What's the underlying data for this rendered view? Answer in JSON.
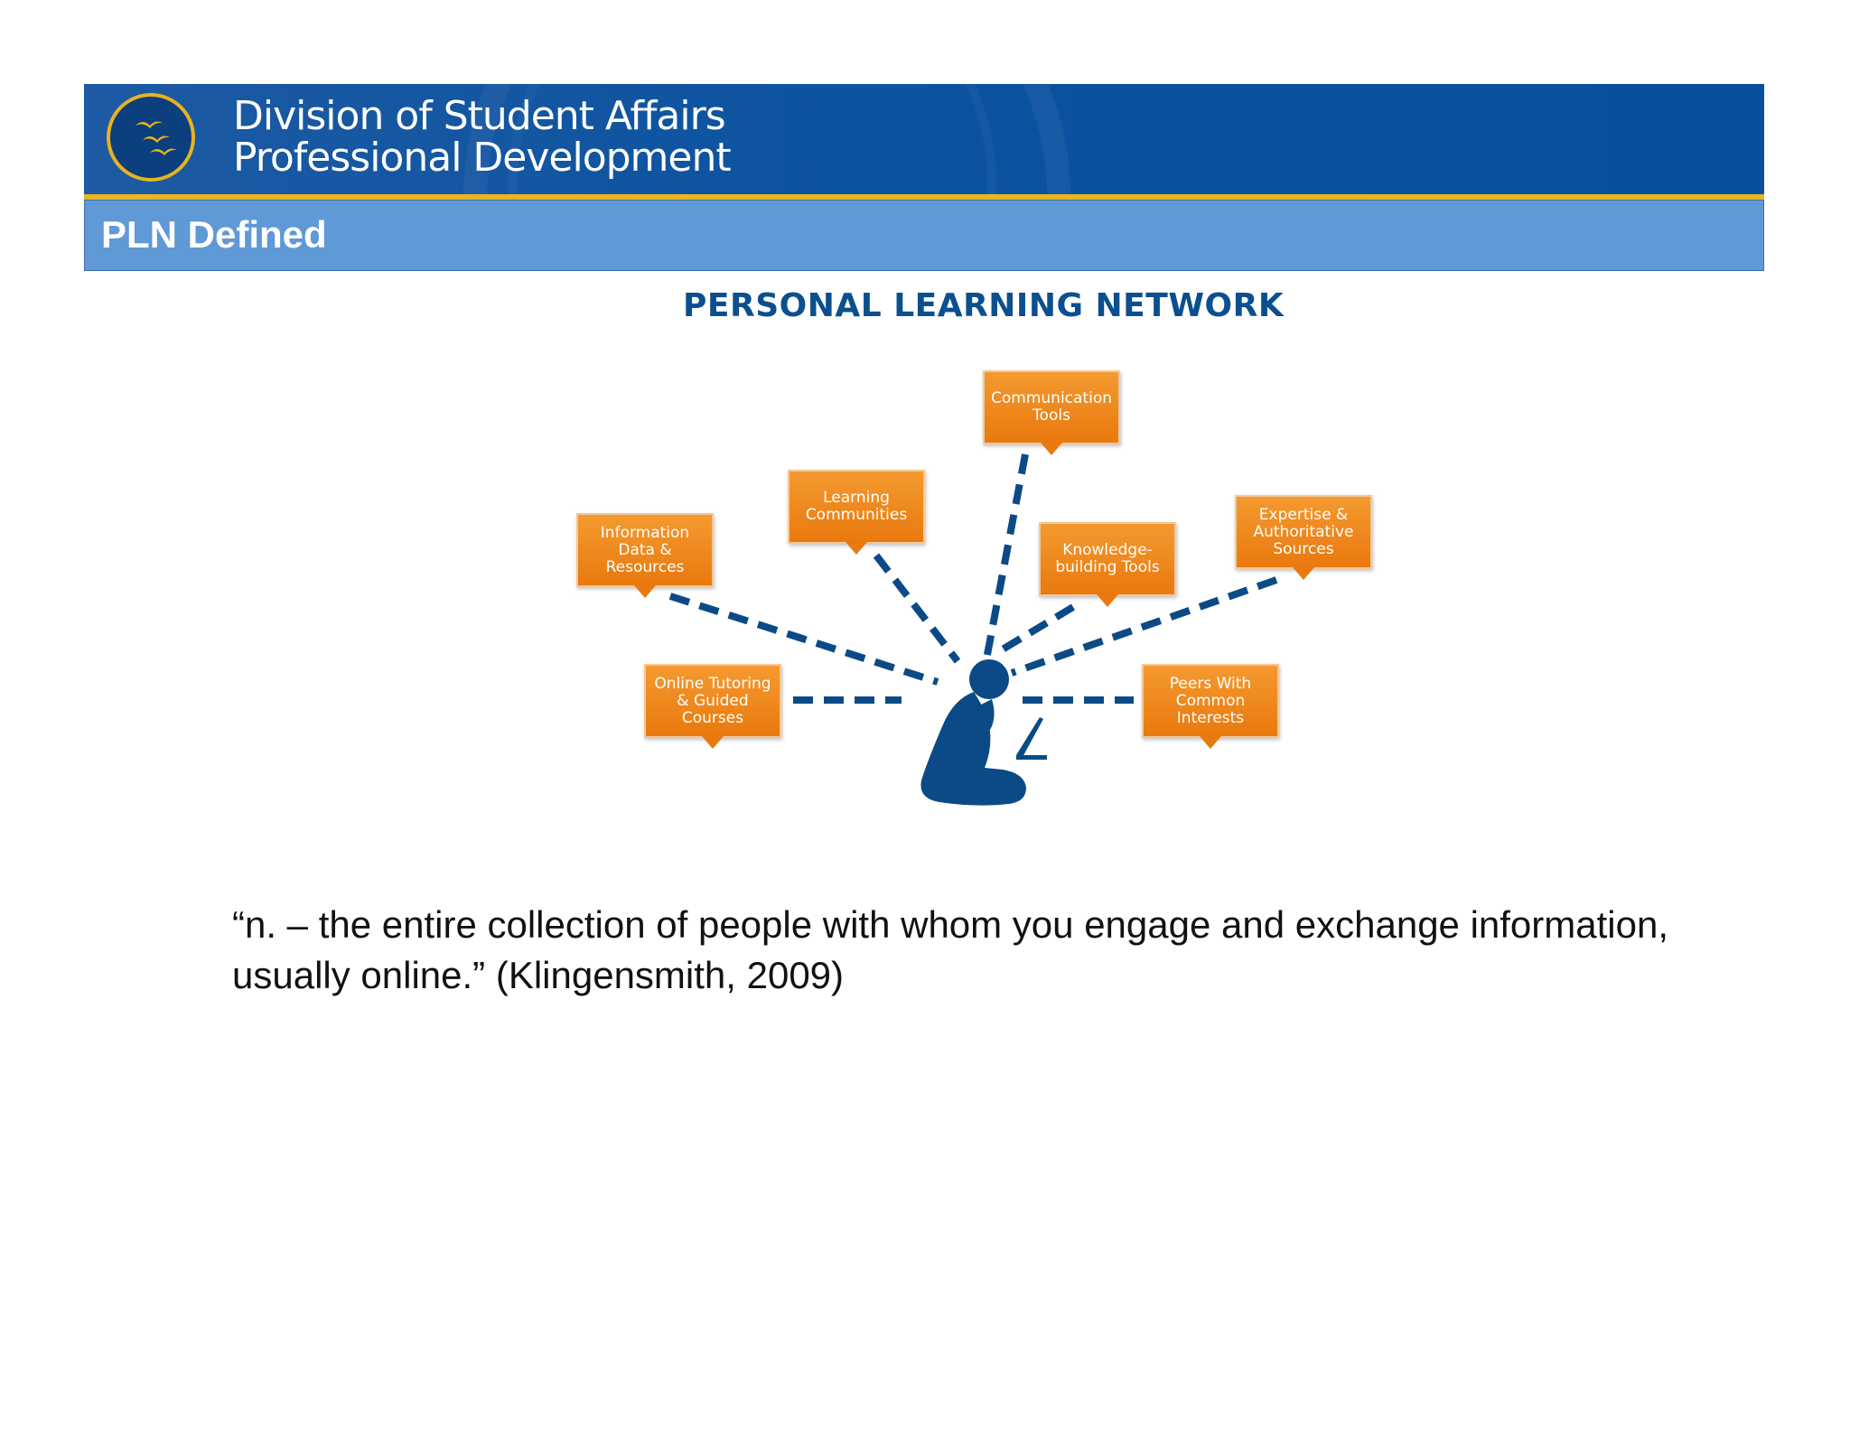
{
  "header": {
    "line1": "Division of Student Affairs",
    "line2": "Professional Development"
  },
  "title_bar": {
    "title": "PLN Defined"
  },
  "diagram": {
    "title": "PERSONAL LEARNING NETWORK",
    "nodes": [
      "Communication\nTools",
      "Learning\nCommunities",
      "Information\nData &\nResources",
      "Knowledge-\nbuilding Tools",
      "Expertise &\nAuthoritative\nSources",
      "Online Tutoring\n& Guided\nCourses",
      "Peers With\nCommon\nInterests"
    ],
    "center_icon": "person-with-laptop-icon"
  },
  "quote": {
    "text": "“n. – the entire collection of people with whom you engage and exchange information, usually online.” (Klingensmith, 2009)"
  },
  "colors": {
    "banner_blue": "#0c53a0",
    "title_bar_blue": "#5f99d6",
    "gold": "#e8b525",
    "node_orange": "#ef8a1d",
    "dash_blue": "#0b4a86"
  }
}
